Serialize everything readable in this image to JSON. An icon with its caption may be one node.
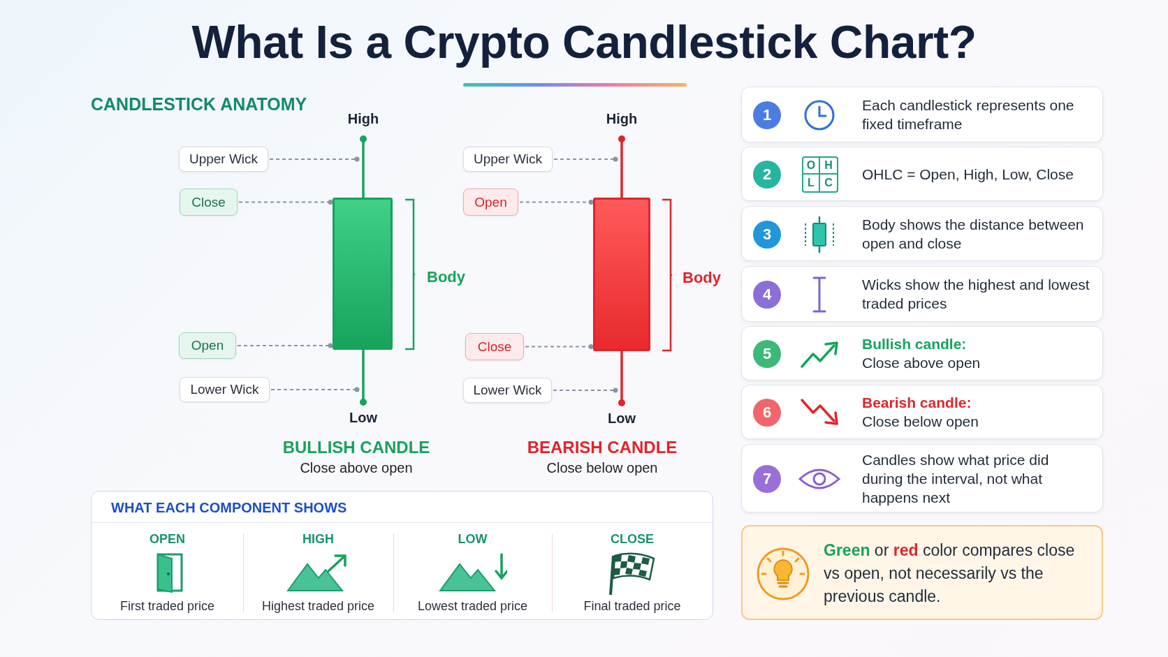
{
  "diagram": {
    "title": "What Is a Crypto Candlestick Chart?",
    "nodes": [
      {
        "text": [
          "Upper Wick"
        ]
      },
      {
        "text": [
          "Close"
        ]
      },
      {
        "text": [
          "Open"
        ]
      },
      {
        "text": [
          "Lower Wick"
        ]
      },
      {
        "text": [],
        "shape": "bar"
      },
      {
        "text": [],
        "shape": "box"
      },
      {
        "text": [],
        "shape": "bar"
      },
      {
        "text": [
          "Upper Wick"
        ]
      },
      {
        "text": [
          "Open"
        ]
      },
      {
        "text": [
          "Close"
        ]
      },
      {
        "text": [
          "Lower Wick"
        ]
      },
      {
        "text": [],
        "shape": "bar"
      },
      {
        "text": [],
        "shape": "box"
      },
      {
        "text": [],
        "shape": "bar"
      },
      {
        "text": [
          "WHAT EACH COMPONENT SHOWS"
        ]
      },
      {
        "text": [
          "OPEN",
          "First traded price"
        ],
        "in": 14
      },
      {
        "text": [
          "HIGH",
          "Highest traded price"
        ],
        "in": 14
      },
      {
        "text": [
          "LOW",
          "Lowest traded price"
        ],
        "in": 14
      },
      {
        "text": [
          "CLOSE",
          "Final traded price"
        ],
        "in": 14
      },
      {
        "text": [
          "1",
          "Each candlestick represents one fixed timeframe"
        ]
      },
      {
        "text": [
          "2",
          "O",
          "H",
          "L",
          "C",
          "OHLC = Open, High, Low, Close"
        ]
      },
      {
        "text": [
          "3",
          "Body shows the distance between open and close"
        ]
      },
      {
        "text": [
          "4",
          "Wicks show the highest and lowest traded prices"
        ]
      },
      {
        "text": [
          "5",
          "Bullish candle:",
          "Close above open"
        ]
      },
      {
        "text": [
          "6",
          "Bearish candle:",
          "Close below open"
        ]
      },
      {
        "text": [
          "7",
          "Candles show what price did during the interval, not what happens next"
        ]
      },
      {
        "text": [
          "**Green** or **red** color compares close vs open, not necessarily vs the previous candle."
        ]
      }
    ],
    "edges": [
      {
        "from": 0,
        "to": 4,
        "arrow": "other",
        "style": "dashed"
      },
      {
        "from": 1,
        "to": 5,
        "arrow": "other",
        "style": "dashed"
      },
      {
        "from": 2,
        "to": 5,
        "arrow": "other",
        "style": "dashed"
      },
      {
        "from": 3,
        "to": 6,
        "arrow": "other",
        "style": "dashed"
      },
      {
        "from": 7,
        "to": 11,
        "arrow": "other",
        "style": "dashed"
      },
      {
        "from": 8,
        "to": 12,
        "arrow": "other",
        "style": "dashed"
      },
      {
        "from": 9,
        "to": 12,
        "arrow": "other",
        "style": "dashed"
      },
      {
        "from": 10,
        "to": 13,
        "arrow": "other",
        "style": "dashed"
      }
    ],
    "labels": [
      "CANDLESTICK ANATOMY",
      "High",
      "High",
      "Body",
      "Body",
      "Low",
      "Low",
      "BULLISH CANDLE",
      "BEARISH CANDLE",
      "Close above open",
      "Close below open"
    ]
  }
}
